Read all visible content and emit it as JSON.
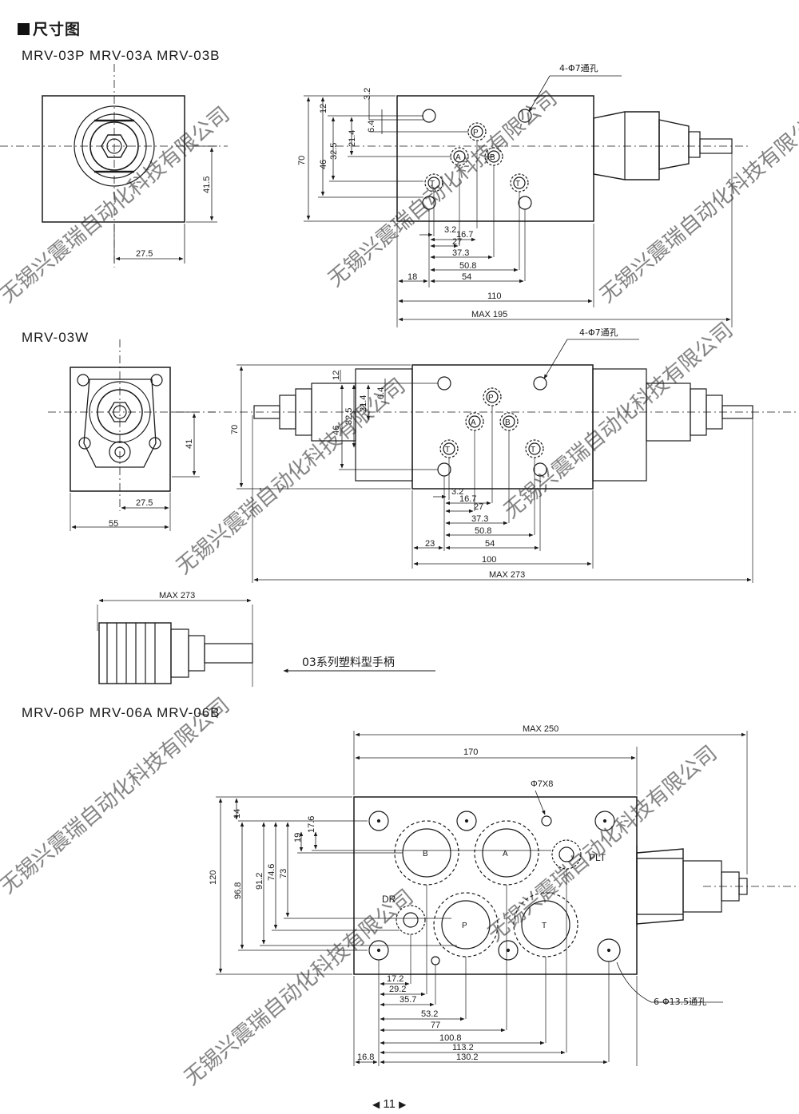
{
  "page_title": "尺寸图",
  "page_number": "11",
  "sections": {
    "s1": {
      "models": "MRV-03P   MRV-03A   MRV-03B"
    },
    "s2": {
      "models": "MRV-03W"
    },
    "s3": {
      "models": "MRV-06P   MRV-06A   MRV-06B"
    }
  },
  "ports": {
    "p": "P",
    "a": "A",
    "b": "B",
    "t": "T",
    "dr": "DR",
    "plt": "PLT"
  },
  "callouts": {
    "holes_03": "4-Φ7通孔",
    "holes_06": "6-Φ13.5通孔",
    "pins_06": "Φ7X8",
    "handle": "03系列塑料型手柄"
  },
  "dims_03": {
    "d3_2_top": "3.2",
    "d12": "12",
    "d6_4": "6.4",
    "d21_4": "21.4",
    "d32_5": "32.5",
    "d46": "46",
    "d70": "70",
    "d41_5": "41.5",
    "d27_5": "27.5",
    "b3_2": "3.2",
    "b16_7": "16.7",
    "b27": "27",
    "b37_3": "37.3",
    "b50_8": "50.8",
    "b54": "54",
    "b18": "18",
    "b110": "110",
    "bmax": "MAX  195"
  },
  "dims_03w": {
    "d12": "12",
    "d6_4": "6.4",
    "d21_4": "21.4",
    "d32_5": "32.5",
    "d46": "46",
    "d70": "70",
    "d41": "41",
    "d27_5": "27.5",
    "d55": "55",
    "b3_2": "3.2",
    "b16_7": "16.7",
    "b27": "27",
    "b37_3": "37.3",
    "b50_8": "50.8",
    "b54": "54",
    "b23": "23",
    "b100": "100",
    "bmax": "MAX 273",
    "hmax": "MAX 273"
  },
  "dims_06": {
    "max250": "MAX 250",
    "d170": "170",
    "d14": "14",
    "d17_6": "17.6",
    "d19": "19",
    "d73": "73",
    "d74_6": "74.6",
    "d91_2": "91.2",
    "d96_8": "96.8",
    "d120": "120",
    "b17_2": "17.2",
    "b29_2": "29.2",
    "b35_7": "35.7",
    "b53_2": "53.2",
    "b77": "77",
    "b100_8": "100.8",
    "b113_2": "113.2",
    "b130_2": "130.2",
    "b16_8": "16.8"
  },
  "watermark": "无锡兴震瑞自动化科技有限公司",
  "colors": {
    "ink": "#1a1a1a",
    "watermark": "#cfcfcf"
  }
}
